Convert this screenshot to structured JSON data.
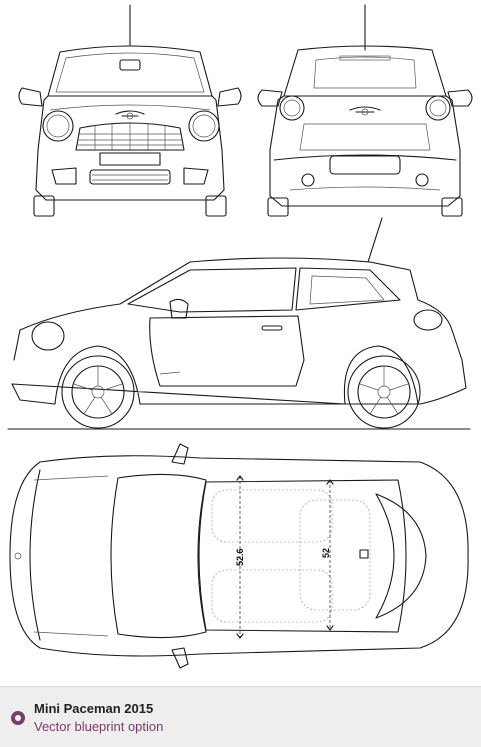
{
  "footer": {
    "title": "Mini Paceman 2015",
    "subtitle": "Vector blueprint option",
    "accent_color": "#7b3b6b",
    "icon": "circle-bullet-icon"
  },
  "top_view": {
    "dimension_left": "52.6",
    "dimension_right": "52"
  }
}
